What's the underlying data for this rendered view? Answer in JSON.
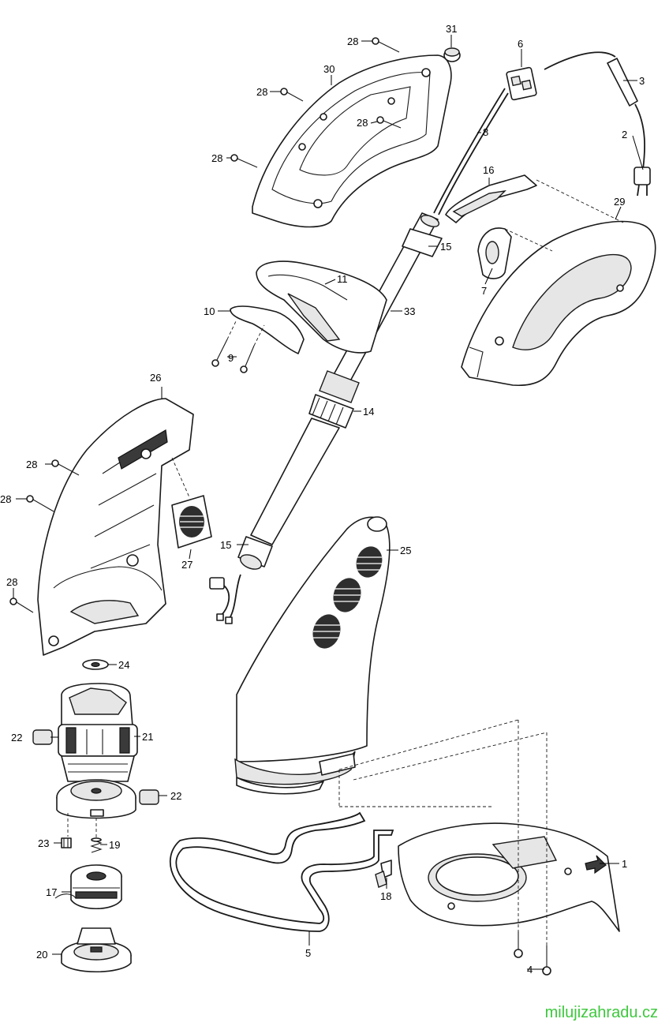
{
  "labels": {
    "p1": "1",
    "p2": "2",
    "p3": "3",
    "p4": "4",
    "p5": "5",
    "p6": "6",
    "p7": "7",
    "p8": "8",
    "p9": "9",
    "p10": "10",
    "p11": "11",
    "p14": "14",
    "p15a": "15",
    "p15b": "15",
    "p16": "16",
    "p17": "17",
    "p18": "18",
    "p19": "19",
    "p20": "20",
    "p21": "21",
    "p22a": "22",
    "p22b": "22",
    "p23": "23",
    "p24": "24",
    "p25": "25",
    "p26": "26",
    "p27": "27",
    "p28a": "28",
    "p28b": "28",
    "p28c": "28",
    "p28d": "28",
    "p28e": "28",
    "p28f": "28",
    "p28g": "28",
    "p29": "29",
    "p30": "30",
    "p31": "31",
    "p33": "33"
  },
  "watermark": "milujizahradu.cz",
  "colors": {
    "line": "#1a1a1a",
    "watermark": "#3cc83c",
    "background": "#ffffff"
  }
}
